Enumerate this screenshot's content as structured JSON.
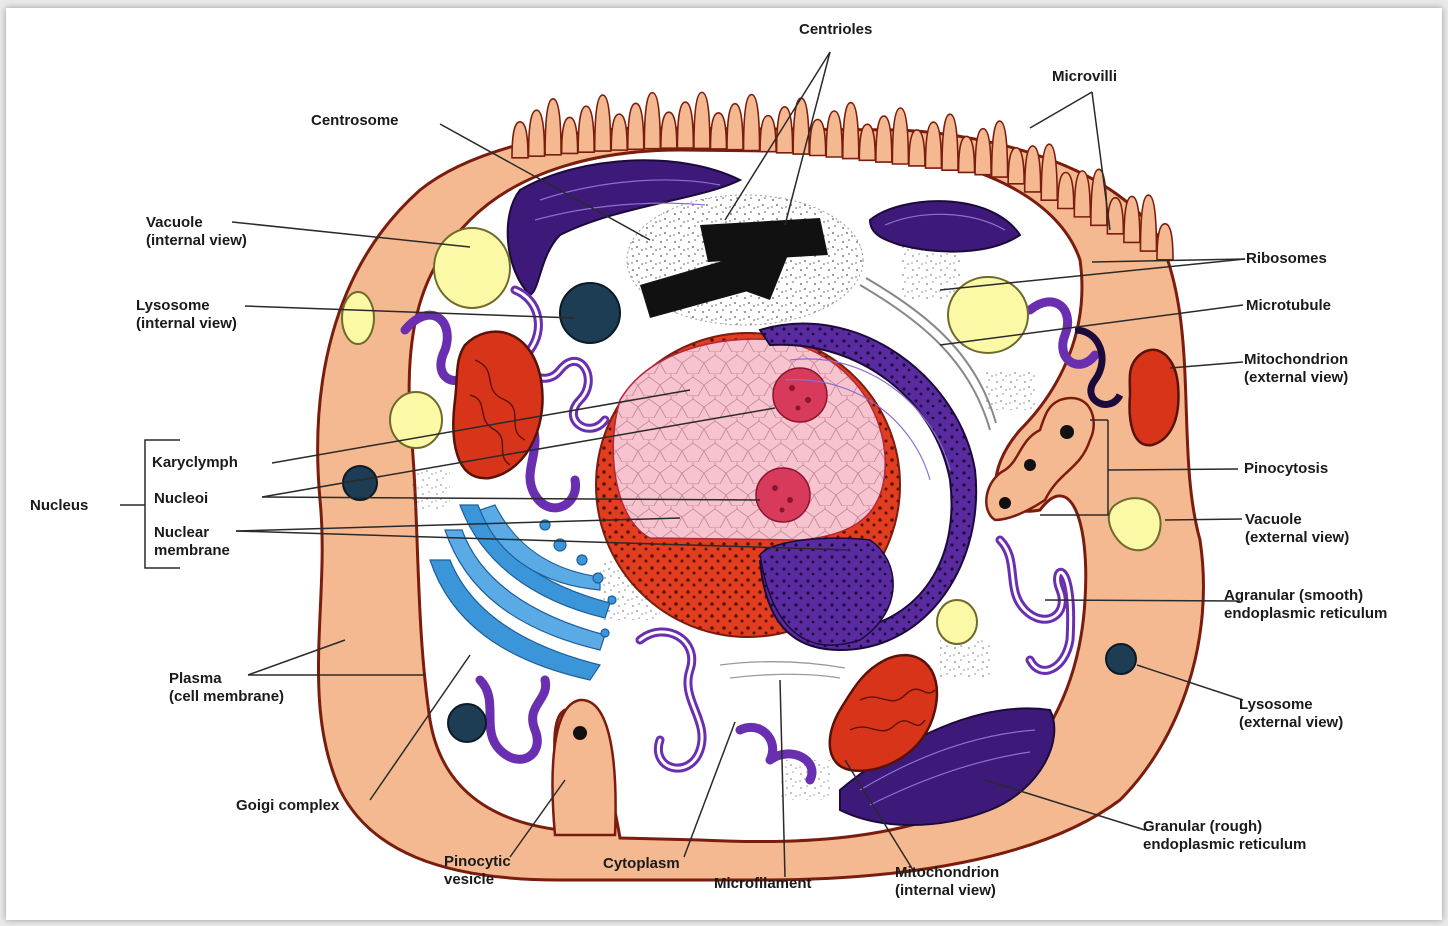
{
  "colors": {
    "cytoplasm_band": "#f4b990",
    "cell_outline": "#7a1d0e",
    "nucleoplasm": "#f7c3cf",
    "nuclear_membrane": "#e03c1c",
    "rough_er": "#3d1a7a",
    "smooth_er": "#6a2fb0",
    "golgi": "#3b95d9",
    "mitochondrion": "#d8341a",
    "vacuole": "#fbf8a6",
    "lysosome": "#1d3d55",
    "centrioles": "#111111"
  },
  "labels": {
    "centrioles": "Centrioles",
    "microvilli": "Microvilli",
    "centrosome": "Centrosome",
    "vacuole_internal": [
      "Vacuole",
      "(internal view)"
    ],
    "lysosome_internal": [
      "Lysosome",
      "(internal view)"
    ],
    "karyolymph": "Karyclymph",
    "nucleoi": "Nucleoi",
    "nuclear_membrane": [
      "Nuclear",
      "membrane"
    ],
    "nucleus": "Nucleus",
    "plasma": [
      "Plasma",
      "(cell membrane)"
    ],
    "golgi": "Goigi complex",
    "pinocytic_vesicle": [
      "Pinocytic",
      "vesicle"
    ],
    "cytoplasm": "Cytoplasm",
    "microfilament": "Microfilament",
    "mitochondrion_internal": [
      "Mitochondrion",
      "(internal view)"
    ],
    "granular_er": [
      "Granular (rough)",
      "endoplasmic reticulum"
    ],
    "lysosome_external": [
      "Lysosome",
      "(external view)"
    ],
    "agranular_er": [
      "Agranular (smooth)",
      "endoplasmic reticulum"
    ],
    "vacuole_external": [
      "Vacuole",
      "(external view)"
    ],
    "pinocytosis": "Pinocytosis",
    "mitochondrion_external": [
      "Mitochondrion",
      "(external view)"
    ],
    "microtubule": "Microtubule",
    "ribosomes": "Ribosomes"
  }
}
